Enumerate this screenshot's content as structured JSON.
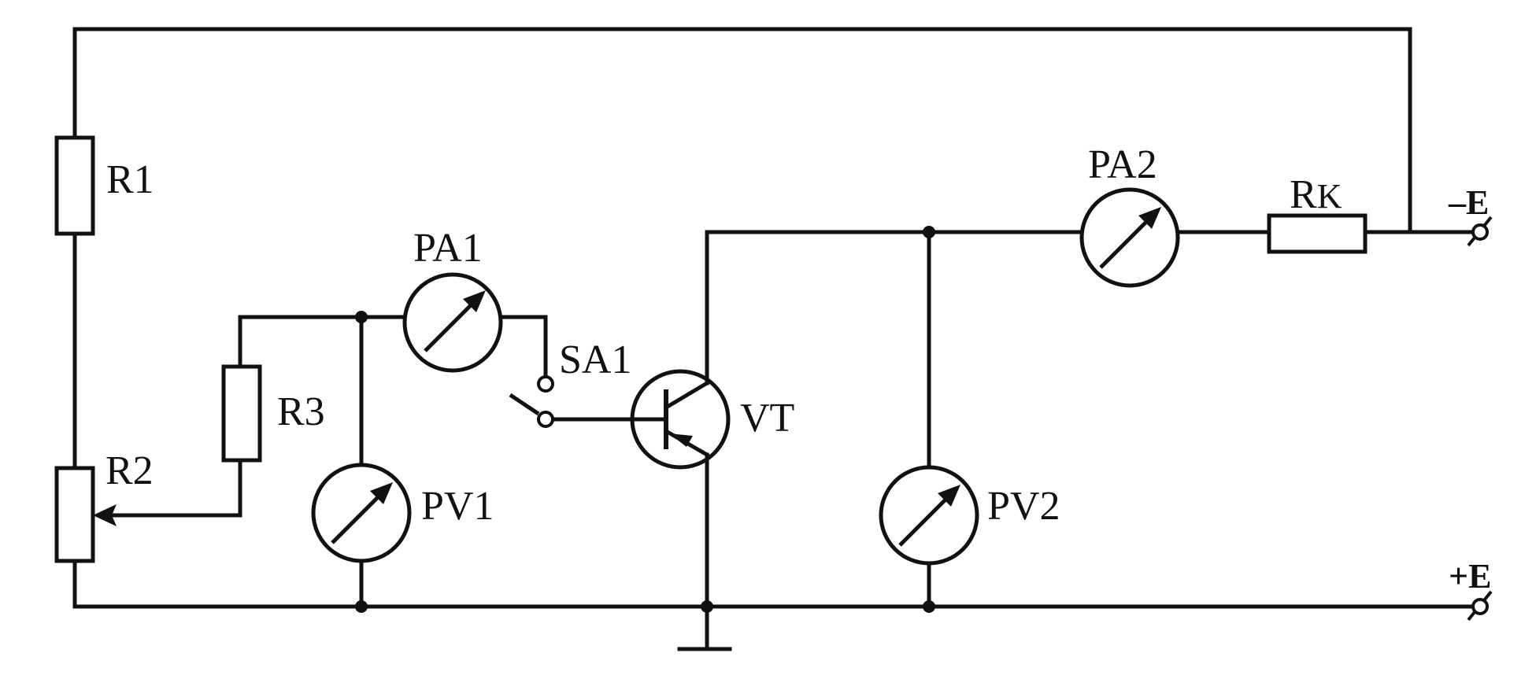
{
  "labels": {
    "r1": "R1",
    "r2": "R2",
    "r3": "R3",
    "pa1": "PA1",
    "pv1": "PV1",
    "sa1": "SA1",
    "vt": "VT",
    "pa2": "PA2",
    "pv2": "PV2",
    "rk_main": "R",
    "rk_sub": "K",
    "neg_e": "–E",
    "pos_e": "+E"
  }
}
